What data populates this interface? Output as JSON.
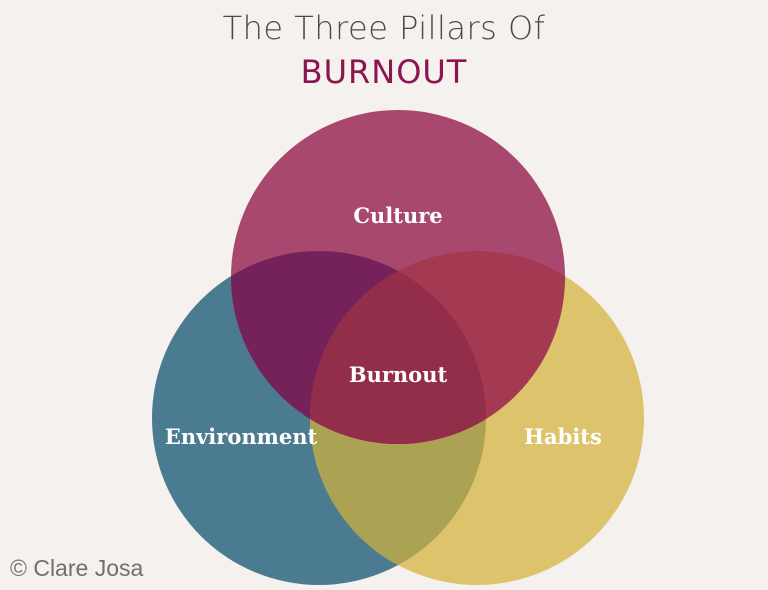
{
  "header": {
    "title": "The Three Pillars Of",
    "subtitle": "BURNOUT"
  },
  "diagram": {
    "type": "venn",
    "circles": [
      {
        "label": "Culture",
        "color": "#a8486f"
      },
      {
        "label": "Environment",
        "color": "#4b7b91"
      },
      {
        "label": "Habits",
        "color": "#ddc46c"
      }
    ],
    "overlaps": {
      "culture_environment": "#76225a",
      "culture_habits": "#a33a52",
      "environment_habits": "#aca253",
      "center": "#922d4a"
    },
    "center_label": "Burnout"
  },
  "footer": {
    "copyright": "© Clare Josa"
  },
  "colors": {
    "background": "#f4f1ee",
    "title": "#4a4a4a",
    "subtitle": "#8a1550"
  }
}
